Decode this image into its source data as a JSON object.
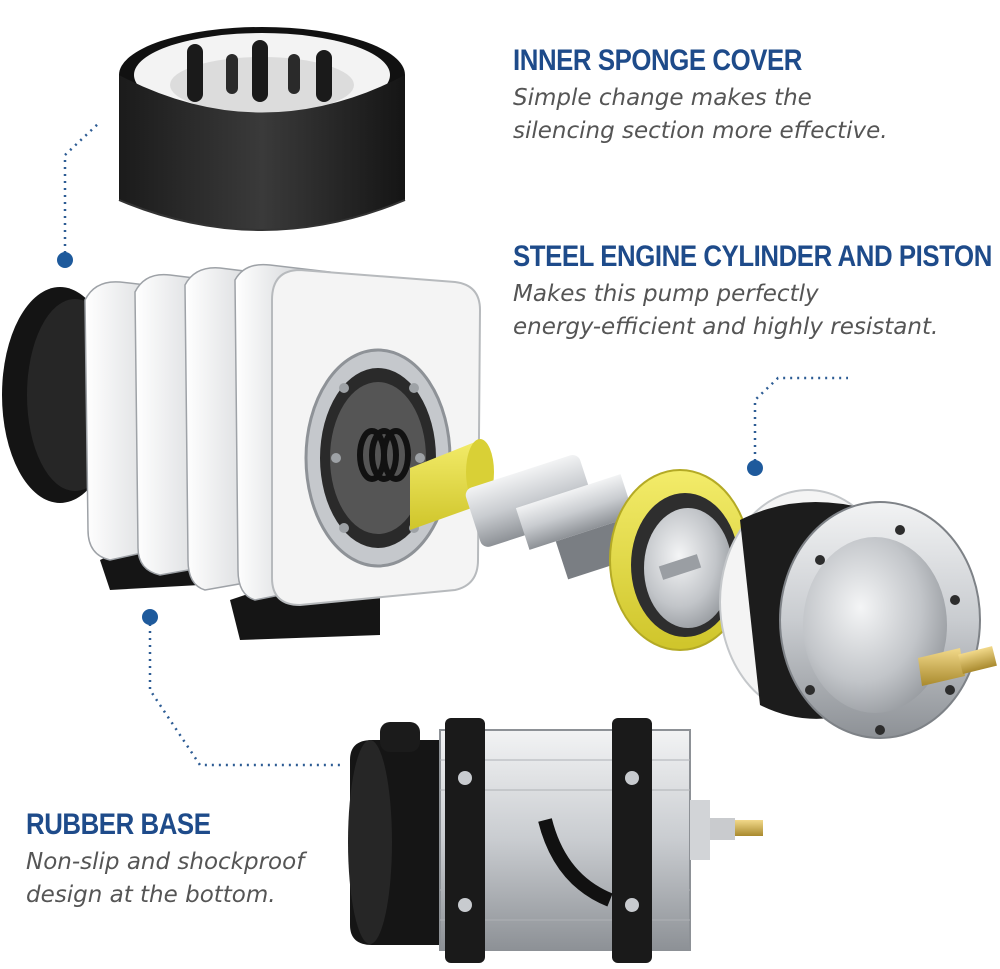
{
  "callouts": {
    "sponge": {
      "title": "INNER SPONGE COVER",
      "line1": "Simple change makes the",
      "line2": "silencing section more effective."
    },
    "steel": {
      "title": "STEEL ENGINE CYLINDER AND PISTON",
      "line1": "Makes this pump perfectly",
      "line2": "energy-efficient and highly resistant."
    },
    "base": {
      "title": "RUBBER BASE",
      "line1": "Non-slip and shockproof",
      "line2": "design at the bottom."
    }
  },
  "colors": {
    "title": "#1e4b8a",
    "body": "#555555",
    "dot": "#1e5a9c",
    "sponge_yellow": "#e8df3e",
    "metal": "#bfc2c6"
  }
}
